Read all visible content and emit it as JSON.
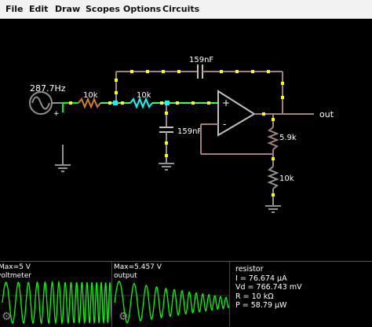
{
  "menu": [
    "File",
    "Edit",
    "Draw",
    "Scopes",
    "Options",
    "Circuits"
  ],
  "circuit": {
    "source_label": "287.7Hz",
    "source_plus": "+",
    "r1_label": "10k",
    "r2_label": "10k",
    "c1_label": "159nF",
    "c2_label": "159nF",
    "r3_label": "5.9k",
    "r4_label": "10k",
    "opamp_plus": "+",
    "opamp_minus": "-",
    "out_label": "out"
  },
  "scopes": {
    "scope1": {
      "max_label": "Max=5 V",
      "name": "voltmeter"
    },
    "scope2": {
      "max_label": "Max=5.457 V",
      "name": "output"
    }
  },
  "info": {
    "title": "resistor",
    "current": "I = 76.674 µA",
    "voltage": "Vd = 766.743 mV",
    "resistance": "R = 10 kΩ",
    "power": "P = 58.79 µW"
  },
  "colors": {
    "wire_active": "#00ff00",
    "wire_idle": "#a07f7f",
    "wire_gray": "#909090",
    "current_dots": "#ffff00",
    "trace": "#00ff00",
    "resistor_highlight": "#00ffff"
  }
}
